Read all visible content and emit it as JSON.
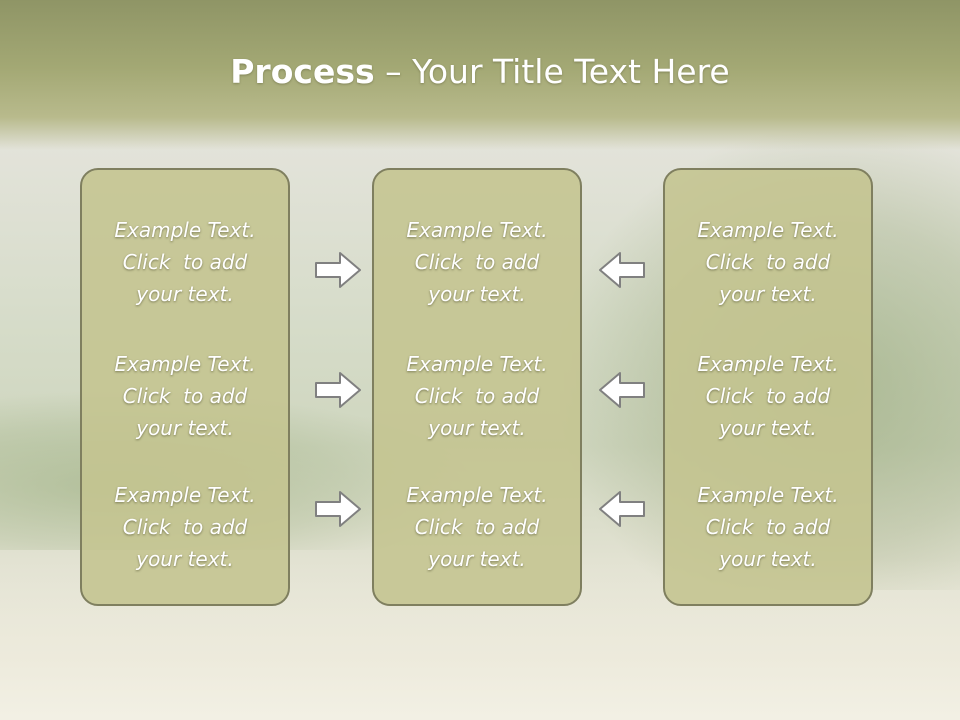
{
  "title": {
    "bold": "Process",
    "rest": " – Your Title Text Here"
  },
  "panels": [
    {
      "items": [
        [
          "Example Text.",
          "Click  to add",
          "your text."
        ],
        [
          "Example Text.",
          "Click  to add",
          "your text."
        ],
        [
          "Example Text.",
          "Click  to add",
          "your text."
        ]
      ]
    },
    {
      "items": [
        [
          "Example Text.",
          "Click  to add",
          "your text."
        ],
        [
          "Example Text.",
          "Click  to add",
          "your text."
        ],
        [
          "Example Text.",
          "Click  to add",
          "your text."
        ]
      ]
    },
    {
      "items": [
        [
          "Example Text.",
          "Click  to add",
          "your text."
        ],
        [
          "Example Text.",
          "Click  to add",
          "your text."
        ],
        [
          "Example Text.",
          "Click  to add",
          "your text."
        ]
      ]
    }
  ],
  "arrows": {
    "left_column": [
      "arrow-right-icon",
      "arrow-right-icon",
      "arrow-right-icon"
    ],
    "right_column": [
      "arrow-left-icon",
      "arrow-left-icon",
      "arrow-left-icon"
    ]
  },
  "colors": {
    "header": "#a3a874",
    "panel_fill": "#c4c490",
    "panel_border": "#7f7f5f",
    "arrow_fill": "#ffffff",
    "arrow_stroke": "#808080"
  }
}
